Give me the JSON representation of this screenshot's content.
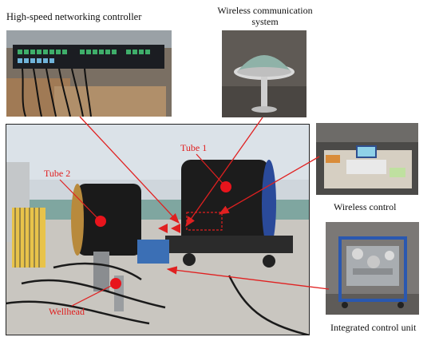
{
  "labels": {
    "controller": "High-speed networking controller",
    "wireless_system": "Wireless communication system",
    "wireless_control": "Wireless control",
    "integrated_unit": "Integrated control unit",
    "wellhead": "Wellhead",
    "tube1": "Tube 1",
    "tube2": "Tube 2"
  },
  "colors": {
    "marker": "#e8141c",
    "arrow": "#e02020"
  }
}
